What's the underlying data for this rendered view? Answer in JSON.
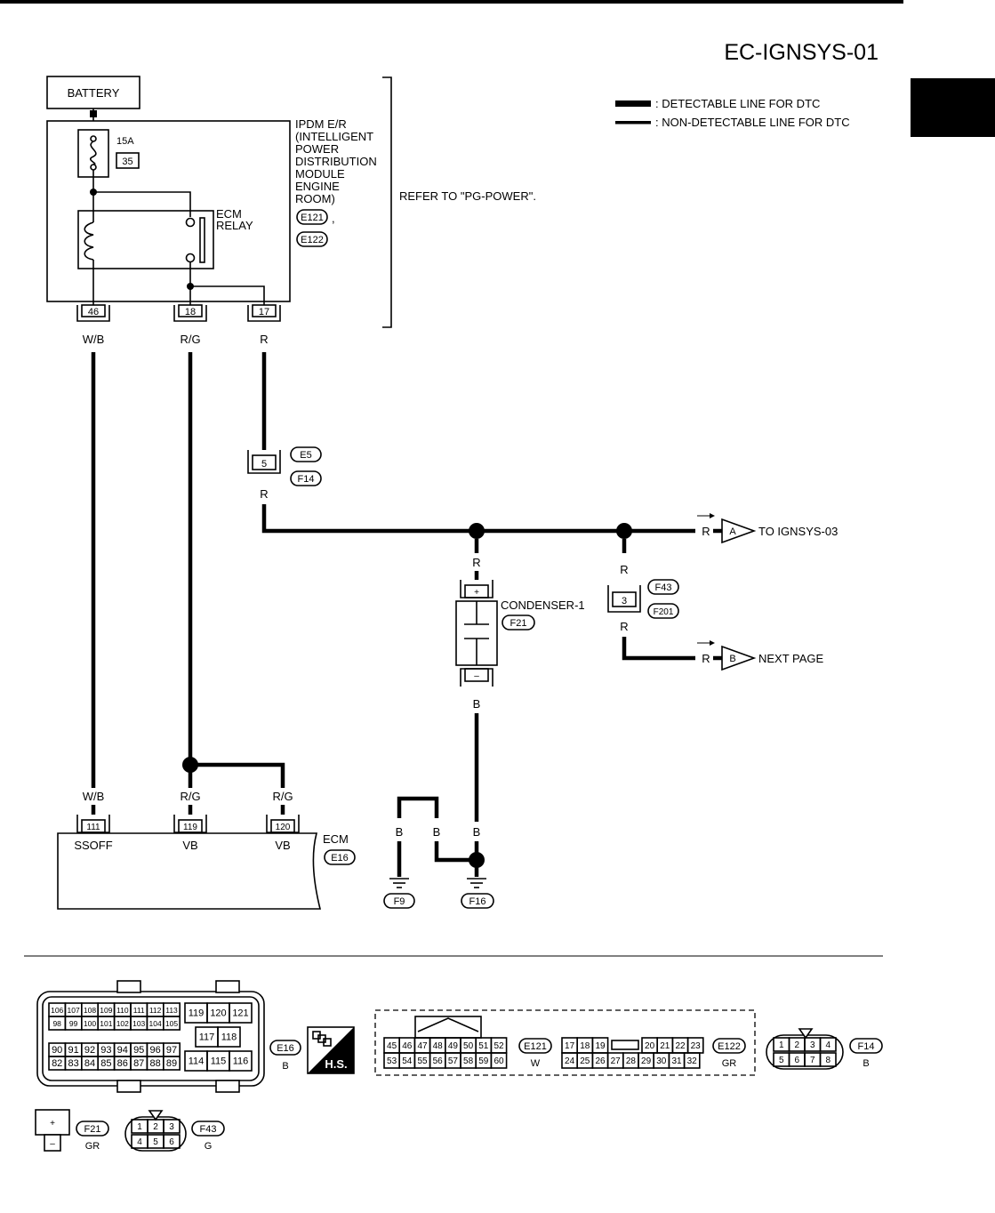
{
  "page": {
    "title": "EC-IGNSYS-01",
    "refer_text": "REFER TO \"PG-POWER\"."
  },
  "legend": {
    "detectable": ": DETECTABLE LINE FOR DTC",
    "non_detectable": ": NON-DETECTABLE LINE FOR DTC"
  },
  "battery": {
    "label": "BATTERY"
  },
  "ipdm": {
    "label_lines": [
      "IPDM E/R",
      "(INTELLIGENT",
      "POWER",
      "DISTRIBUTION",
      "MODULE",
      "ENGINE",
      "ROOM)"
    ],
    "connectors": [
      "E121",
      "E122"
    ],
    "fuse_rating": "15A",
    "fuse_number": "35",
    "relay_label_lines": [
      "ECM",
      "RELAY"
    ],
    "pins": [
      "46",
      "18",
      "17"
    ],
    "pin_wires": [
      "W/B",
      "R/G",
      "R"
    ]
  },
  "joint": {
    "pin": "5",
    "connectors": [
      "E5",
      "F14"
    ],
    "wire_above": "R",
    "wire_below": "R"
  },
  "main_line": {
    "wire_right": "R",
    "marker_a": "A",
    "dest_a": "TO IGNSYS-03",
    "marker_b": "B",
    "dest_b": "NEXT PAGE"
  },
  "condenser": {
    "label": "CONDENSER-1",
    "connector": "F21",
    "plus": "+",
    "minus": "–",
    "wire_in": "R",
    "wire_out": "B"
  },
  "f43_joint": {
    "pin": "3",
    "connectors": [
      "F43",
      "F201"
    ],
    "wire_above": "R",
    "wire_below": "R",
    "wire_right": "R"
  },
  "ecm": {
    "label": "ECM",
    "connector": "E16",
    "pins": [
      "111",
      "119",
      "120"
    ],
    "pin_names": [
      "SSOFF",
      "VB",
      "VB"
    ],
    "pin_wires": [
      "W/B",
      "R/G",
      "R/G"
    ]
  },
  "grounds": {
    "wires": [
      "B",
      "B",
      "B"
    ],
    "labels": [
      "F9",
      "F16"
    ]
  },
  "connector_views": {
    "e16": {
      "label": "E16",
      "color": "B",
      "top_row_a": [
        "106",
        "107",
        "108",
        "109",
        "110",
        "111",
        "112",
        "113"
      ],
      "top_row_b": [
        "98",
        "99",
        "100",
        "101",
        "102",
        "103",
        "104",
        "105"
      ],
      "bot_row_a": [
        "90",
        "91",
        "92",
        "93",
        "94",
        "95",
        "96",
        "97"
      ],
      "bot_row_b": [
        "82",
        "83",
        "84",
        "85",
        "86",
        "87",
        "88",
        "89"
      ],
      "right_top": [
        "119",
        "120",
        "121"
      ],
      "right_mid": [
        "117",
        "118"
      ],
      "right_bot": [
        "114",
        "115",
        "116"
      ]
    },
    "hs_label": "H.S.",
    "e121": {
      "label": "E121",
      "color": "W",
      "row_a": [
        "45",
        "46",
        "47",
        "48",
        "49",
        "50",
        "51",
        "52"
      ],
      "row_b": [
        "53",
        "54",
        "55",
        "56",
        "57",
        "58",
        "59",
        "60"
      ]
    },
    "e122": {
      "label": "E122",
      "color": "GR",
      "row_a": [
        "17",
        "18",
        "19",
        "",
        "20",
        "21",
        "22",
        "23"
      ],
      "row_b": [
        "24",
        "25",
        "26",
        "27",
        "28",
        "29",
        "30",
        "31",
        "32"
      ]
    },
    "f14": {
      "label": "F14",
      "color": "B",
      "row_a": [
        "1",
        "2",
        "3",
        "4"
      ],
      "row_b": [
        "5",
        "6",
        "7",
        "8"
      ]
    },
    "f21": {
      "label": "F21",
      "color": "GR",
      "plus": "+",
      "minus": "–"
    },
    "f43": {
      "label": "F43",
      "color": "G",
      "row_a": [
        "1",
        "2",
        "3"
      ],
      "row_b": [
        "4",
        "5",
        "6"
      ]
    }
  }
}
